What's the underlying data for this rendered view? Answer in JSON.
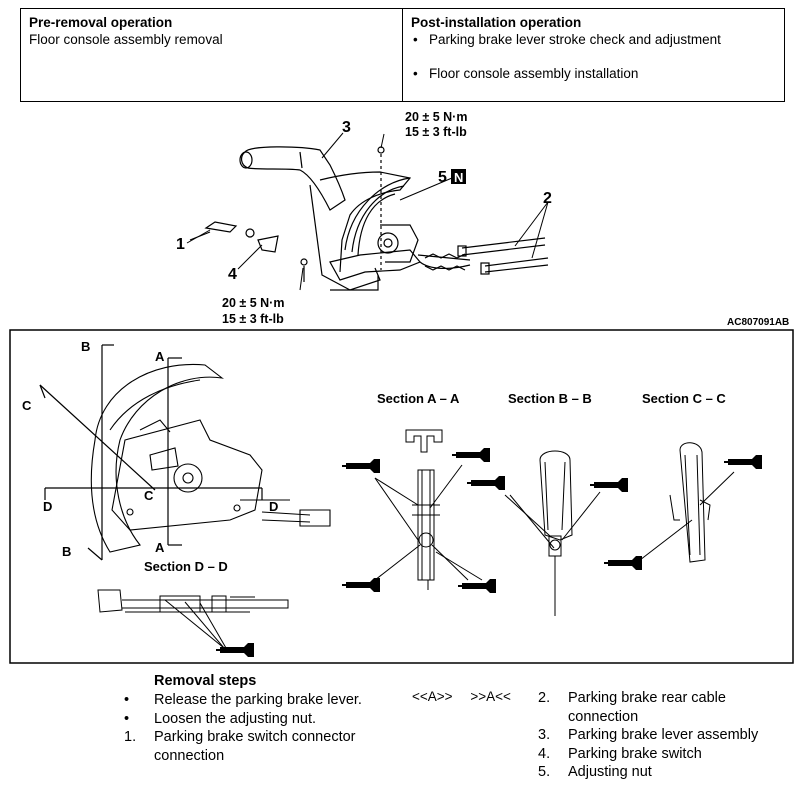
{
  "operations": {
    "pre_removal": {
      "heading": "Pre-removal operation",
      "items": [
        "Floor console assembly removal"
      ]
    },
    "post_installation": {
      "heading": "Post-installation operation",
      "items": [
        "Parking brake lever stroke check and adjustment",
        "Floor console assembly installation"
      ]
    }
  },
  "diagram": {
    "labels": {
      "n1": "1",
      "n2": "2",
      "n3": "3",
      "n4": "4",
      "n5": "5",
      "n_badge": "N"
    },
    "torque_top": {
      "nm": "20 ± 5 N·m",
      "ftlb": "15 ± 3 ft-lb"
    },
    "torque_bottom": {
      "nm": "20 ± 5 N·m",
      "ftlb": "15 ± 3 ft-lb"
    },
    "figure_code": "AC807091AB"
  },
  "sections": {
    "letters": {
      "a": "A",
      "b": "B",
      "c": "C",
      "d": "D"
    },
    "titles": {
      "aa": "Section A – A",
      "bb": "Section B – B",
      "cc": "Section C – C",
      "dd": "Section D – D"
    }
  },
  "removal": {
    "title": "Removal steps",
    "left_steps": [
      {
        "marker": "•",
        "text": "Release the parking brake lever."
      },
      {
        "marker": "•",
        "text": "Loosen the adjusting nut."
      },
      {
        "marker": "1.",
        "text": "Parking brake switch connector connection"
      }
    ],
    "markers": [
      "<<A>>",
      ">>A<<"
    ],
    "right_steps": [
      {
        "marker": "2.",
        "text": "Parking brake rear cable connection"
      },
      {
        "marker": "3.",
        "text": "Parking brake lever assembly"
      },
      {
        "marker": "4.",
        "text": "Parking brake switch"
      },
      {
        "marker": "5.",
        "text": "Adjusting nut"
      }
    ]
  }
}
